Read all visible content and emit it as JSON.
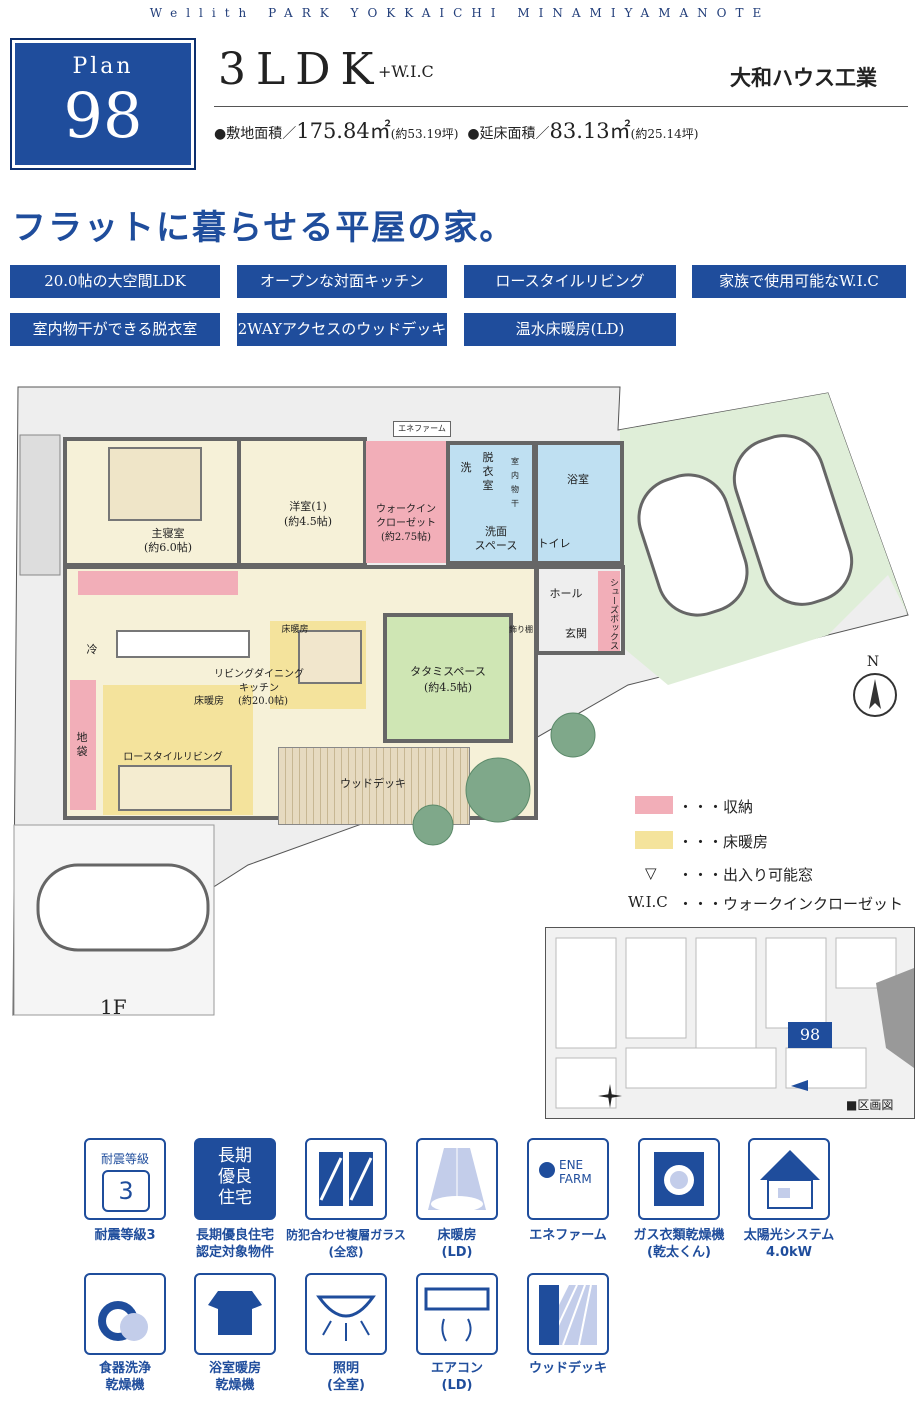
{
  "header": {
    "series": "Wellith PARK YOKKAICHI MINAMIYAMANOTE",
    "plan_label": "Plan",
    "plan_number": "98",
    "layout": "3LDK",
    "layout_suffix": "+W.I.C",
    "builder": "大和ハウス工業",
    "site_area_label": "●敷地面積／",
    "site_area_value": "175.84㎡",
    "site_area_tsubo": "(約53.19坪)",
    "floor_area_label": "●延床面積／",
    "floor_area_value": "83.13㎡",
    "floor_area_tsubo": "(約25.14坪)"
  },
  "headline": "フラットに暮らせる平屋の家。",
  "features": [
    "20.0帖の大空間LDK",
    "オープンな対面キッチン",
    "ロースタイルリビング",
    "家族で使用可能なW.I.C",
    "室内物干ができる脱衣室",
    "2WAYアクセスのウッドデッキ",
    "温水床暖房(LD)"
  ],
  "floorplan": {
    "floor_label": "1F",
    "enefarm": "エネファーム",
    "master": "主寝室",
    "master_size": "(約6.0帖)",
    "western": "洋室(1)",
    "western_size": "(約4.5帖)",
    "wic": "ウォークイン\nクローゼット",
    "wic_size": "(約2.75帖)",
    "wash": "洗",
    "dressing": "脱\n衣\n室",
    "storage_small": "室内物干",
    "bath": "浴室",
    "washroom": "洗面\nスペース",
    "toilet": "トイレ",
    "hall": "ホール",
    "shoebox": "シューズボックス",
    "entrance": "玄関",
    "shelf": "飾り棚",
    "fridge": "冷",
    "floor_heat": "床暖房",
    "ldk": "リビングダイニング\nキッチン",
    "ldk_heat": "床暖房",
    "ldk_size": "(約20.0帖)",
    "tatami": "タタミスペース",
    "tatami_size": "(約4.5帖)",
    "low_living": "ロースタイルリビング",
    "jibukuro": "地\n袋",
    "deck": "ウッドデッキ",
    "north": "N"
  },
  "legend": [
    {
      "symbol": "",
      "text": "・・・収納",
      "color": "#f2aeb8"
    },
    {
      "symbol": "",
      "text": "・・・床暖房",
      "color": "#f4e39c"
    },
    {
      "symbol": "▽",
      "text": "・・・出入り可能窓"
    },
    {
      "symbol": "W.I.C",
      "text": "・・・ウォークインクローゼット"
    }
  ],
  "map": {
    "marker": "98",
    "caption": "■区画図"
  },
  "icons": [
    {
      "name": "earthquake-grade-icon",
      "box_text": "耐震等級",
      "box_num": "3",
      "label": "耐震等級3"
    },
    {
      "name": "long-term-housing-icon",
      "box_text": "長期\n優良\n住宅",
      "label": "長期優良住宅\n認定対象物件"
    },
    {
      "name": "security-glass-icon",
      "label": "防犯合わせ複層ガラス\n(全窓)"
    },
    {
      "name": "floor-heating-icon",
      "label": "床暖房\n(LD)"
    },
    {
      "name": "enefarm-icon",
      "box_text": "ENE\nFARM",
      "label": "エネファーム"
    },
    {
      "name": "gas-dryer-icon",
      "label": "ガス衣類乾燥機\n(乾太くん)"
    },
    {
      "name": "solar-icon",
      "label": "太陽光システム\n4.0kW"
    },
    {
      "name": "dishwasher-icon",
      "label": "食器洗浄\n乾燥機"
    },
    {
      "name": "bath-dryer-icon",
      "label": "浴室暖房\n乾燥機"
    },
    {
      "name": "lighting-icon",
      "label": "照明\n(全室)"
    },
    {
      "name": "aircon-icon",
      "label": "エアコン\n(LD)"
    },
    {
      "name": "wood-deck-icon",
      "label": "ウッドデッキ"
    }
  ],
  "colors": {
    "brand": "#1f4d9c",
    "storage": "#f2aeb8",
    "floor_heat": "#f4e39c",
    "tatami": "#cfe6b4",
    "bath": "#bfe0f2"
  }
}
